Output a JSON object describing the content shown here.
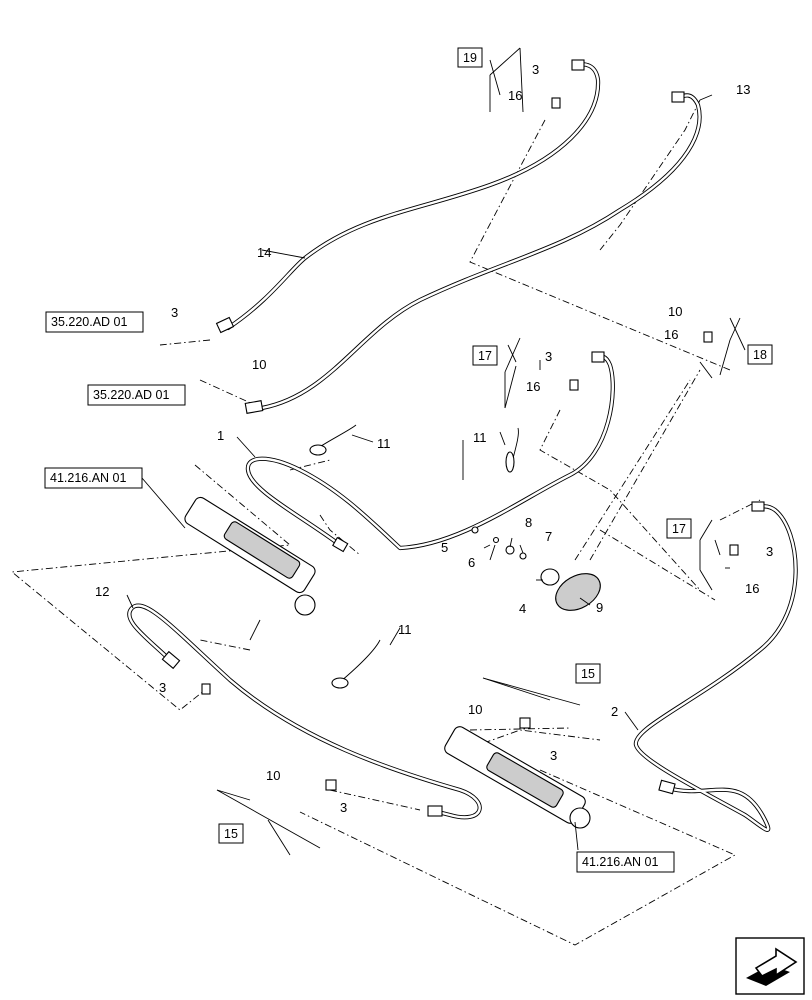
{
  "callouts": {
    "c1": "1",
    "c2": "2",
    "c3a": "3",
    "c3b": "3",
    "c3c": "3",
    "c3d": "3",
    "c3e": "3",
    "c3f": "3",
    "c3g": "3",
    "c4": "4",
    "c5": "5",
    "c6": "6",
    "c7": "7",
    "c8": "8",
    "c9": "9",
    "c10a": "10",
    "c10b": "10",
    "c10c": "10",
    "c10d": "10",
    "c11a": "11",
    "c11b": "11",
    "c11c": "11",
    "c12": "12",
    "c13": "13",
    "c14": "14",
    "c16a": "16",
    "c16b": "16",
    "c16c": "16",
    "c16d": "16"
  },
  "boxes": {
    "b19": "19",
    "b18": "18",
    "b17a": "17",
    "b17b": "17",
    "b15a": "15",
    "b15b": "15"
  },
  "refs": {
    "ref_35220_a": "35.220.AD 01",
    "ref_35220_b": "35.220.AD 01",
    "ref_41216_a": "41.216.AN 01",
    "ref_41216_b": "41.216.AN 01"
  },
  "icons": {
    "nav": "next-page-arrow-icon"
  }
}
